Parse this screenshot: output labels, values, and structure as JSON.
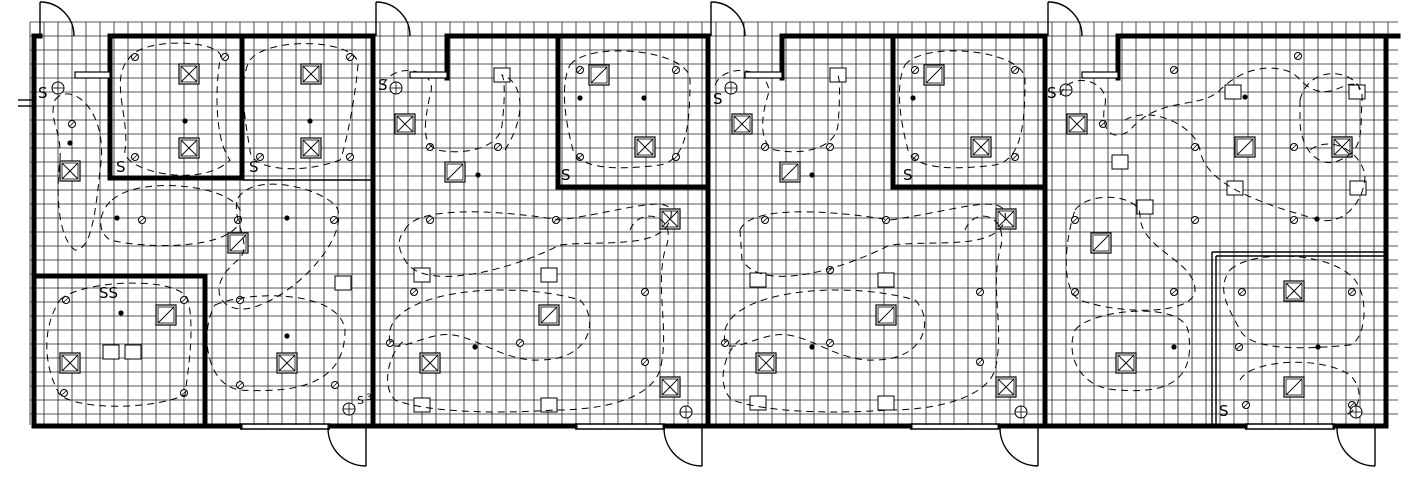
{
  "drawing": {
    "switch_symbol": "S",
    "switch_subscript": "3",
    "double_switch_symbol": "SS"
  },
  "symbols": [
    "troffer-light-x-icon",
    "troffer-light-diagonal-icon",
    "downlight-dot-icon",
    "wall-sconce-circle-icon",
    "exit-light-icon",
    "emergency-light-icon",
    "occupancy-sensor-icon",
    "door-swing-icon"
  ],
  "colors": {
    "background": "#ffffff",
    "linework": "#000000"
  }
}
